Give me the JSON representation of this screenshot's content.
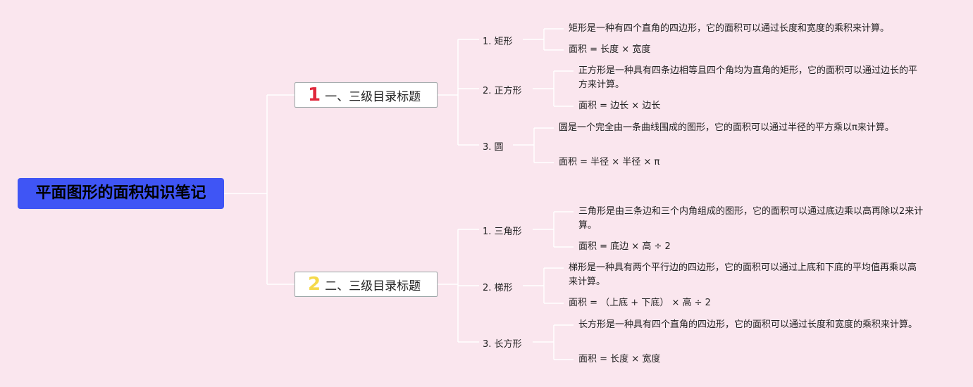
{
  "root": {
    "label": "平面图形的面积知识笔记"
  },
  "colors": {
    "root_bg": "#3f55f5",
    "num1": "#e0283c",
    "num2": "#f5d94a",
    "line": "#ffffff"
  },
  "branches": [
    {
      "num": "1",
      "label": "一、三级目录标题",
      "children": [
        {
          "label": "1. 矩形",
          "desc": "矩形是一种有四个直角的四边形，它的面积可以通过长度和宽度的乘积来计算。",
          "formula": "面积 = 长度 × 宽度"
        },
        {
          "label": "2. 正方形",
          "desc": "正方形是一种具有四条边相等且四个角均为直角的矩形，它的面积可以通过边长的平方来计算。",
          "formula": "面积 = 边长 × 边长"
        },
        {
          "label": "3. 圆",
          "desc": "圆是一个完全由一条曲线围成的图形，它的面积可以通过半径的平方乘以π来计算。",
          "formula": "面积 = 半径 × 半径 × π"
        }
      ]
    },
    {
      "num": "2",
      "label": "二、三级目录标题",
      "children": [
        {
          "label": "1. 三角形",
          "desc": "三角形是由三条边和三个内角组成的图形，它的面积可以通过底边乘以高再除以2来计算。",
          "formula": "面积 = 底边 × 高 ÷ 2"
        },
        {
          "label": "2. 梯形",
          "desc": "梯形是一种具有两个平行边的四边形，它的面积可以通过上底和下底的平均值再乘以高来计算。",
          "formula": "面积 = （上底 + 下底） × 高 ÷ 2"
        },
        {
          "label": "3. 长方形",
          "desc": "长方形是一种具有四个直角的四边形，它的面积可以通过长度和宽度的乘积来计算。",
          "formula": "面积 = 长度 × 宽度"
        }
      ]
    }
  ]
}
